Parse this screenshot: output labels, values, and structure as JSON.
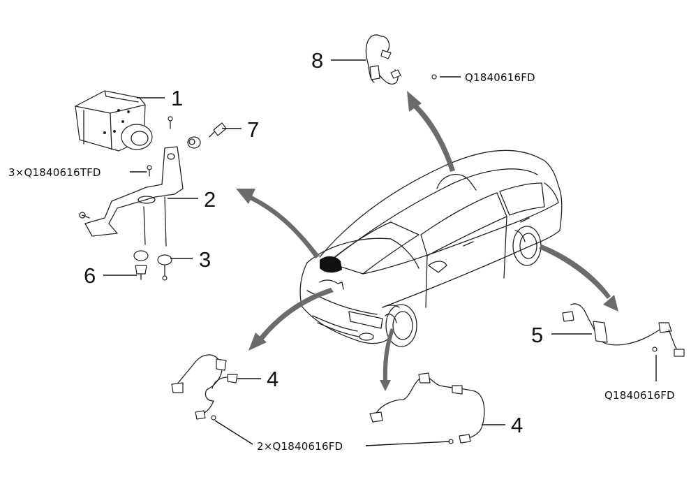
{
  "callouts": [
    {
      "id": "c1",
      "label": "1"
    },
    {
      "id": "c2",
      "label": "2"
    },
    {
      "id": "c3",
      "label": "3"
    },
    {
      "id": "c4a",
      "label": "4"
    },
    {
      "id": "c4b",
      "label": "4"
    },
    {
      "id": "c5",
      "label": "5"
    },
    {
      "id": "c6",
      "label": "6"
    },
    {
      "id": "c7",
      "label": "7"
    },
    {
      "id": "c8",
      "label": "8"
    }
  ],
  "part_codes": {
    "bracket_bolts": "3×Q1840616TFD",
    "rear_sensor_bolt_top": "Q1840616FD",
    "rear_sensor_bolt_right": "Q1840616FD",
    "front_sensor_bolts": "2×Q1840616FD"
  },
  "colors": {
    "line": "#111111",
    "arrow": "#6b6b6b",
    "background": "#ffffff"
  }
}
